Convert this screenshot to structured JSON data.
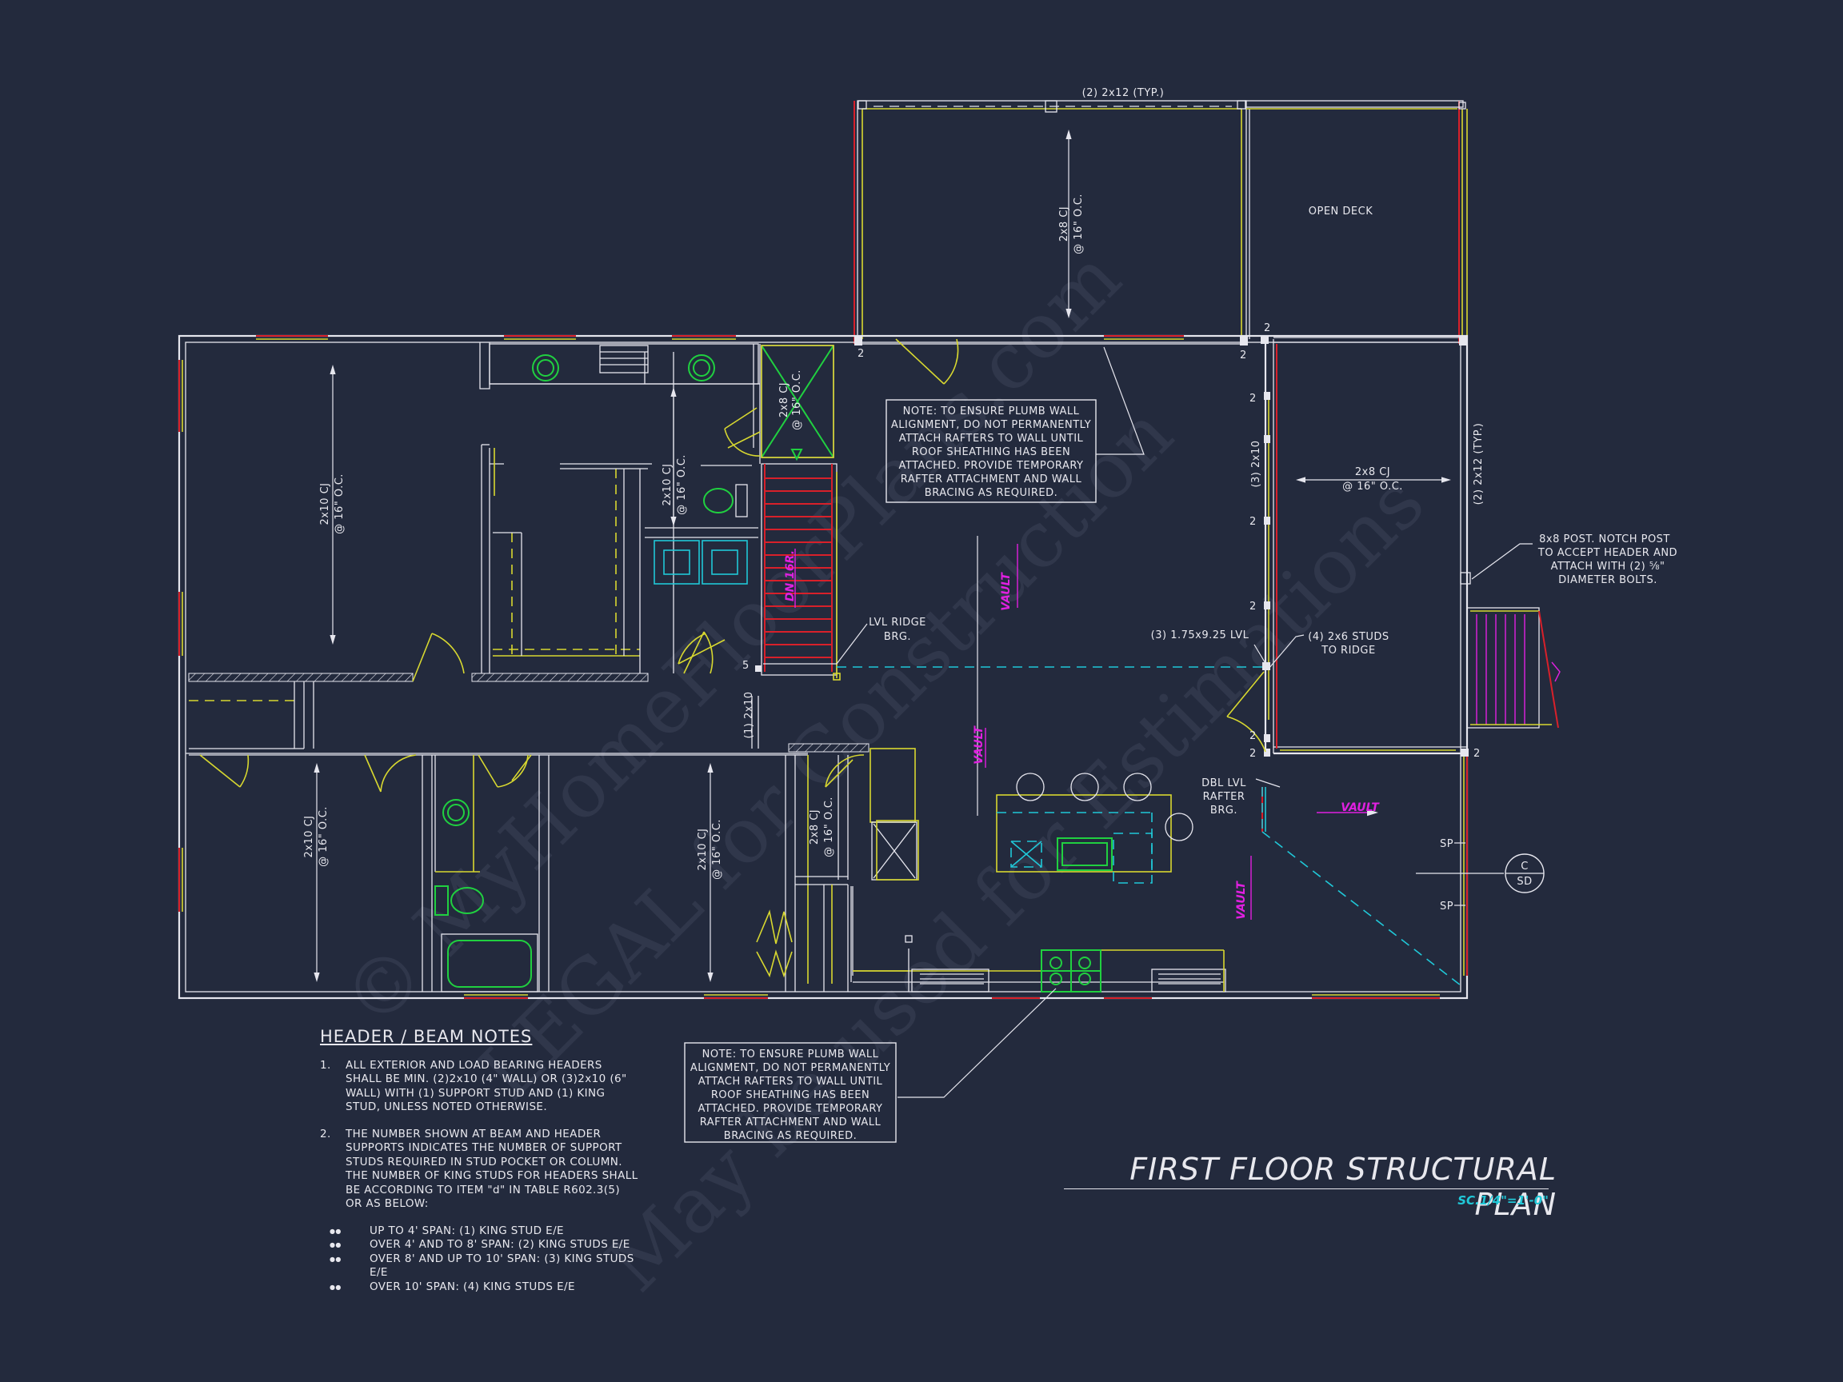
{
  "plan": {
    "title": "FIRST FLOOR STRUCTURAL PLAN",
    "scale": "SC.1/4\"=1'-0\"",
    "watermark_lines": [
      "© MyHomeFloorPlans.com",
      "LEGAL for Construction",
      "May be used for Estimations"
    ]
  },
  "labels": {
    "top_header": "(2) 2x12 (TYP.)",
    "side_header": "(2) 2x12 (TYP.)",
    "open_deck": "OPEN DECK",
    "deck_joist_1": "2x8 CJ",
    "deck_joist_2": "@ 16\" O.C.",
    "right_joist_1": "2x8 CJ",
    "right_joist_2": "@ 16\" O.C.",
    "bed_left_joist_1": "2x10 CJ",
    "bed_left_joist_2": "@ 16\" O.C.",
    "bed_lower_joist_1": "2x10 CJ",
    "bed_lower_joist_2": "@ 16\" O.C.",
    "bath_joist_1": "2x10 CJ",
    "bath_joist_2": "@ 16\" O.C.",
    "closet_joist_1": "2x8 CJ",
    "closet_joist_2": "@ 16\" O.C.",
    "center_joist_1": "2x10 CJ",
    "center_joist_2": "@ 16\" O.C.",
    "pantry_joist_1": "2x8 CJ",
    "pantry_joist_2": "@ 16\" O.C.",
    "stair_dn": "DN 16R.",
    "lvl_ridge_1": "LVL RIDGE",
    "lvl_ridge_2": "BRG.",
    "lvl_beam": "(3) 1.75x9.25 LVL",
    "studs_1": "(4) 2x6 STUDS",
    "studs_2": "TO RIDGE",
    "wall_2x10_right": "(3) 2x10",
    "wall_2x10_center": "(1) 2x10",
    "post_note_1": "8x8 POST. NOTCH POST",
    "post_note_2": "TO ACCEPT HEADER AND",
    "post_note_3": "ATTACH WITH (2) ⅝\"",
    "post_note_4": "DIAMETER BOLTS.",
    "dbl_lvl_1": "DBL LVL",
    "dbl_lvl_2": "RAFTER",
    "dbl_lvl_3": "BRG.",
    "vault": "VAULT",
    "sp": "SP",
    "section_top": "C",
    "section_bottom": "SD",
    "num_2": "2",
    "num_5": "5"
  },
  "note_top": {
    "lines": [
      "NOTE: TO ENSURE PLUMB WALL",
      "ALIGNMENT, DO NOT PERMANENTLY",
      "ATTACH RAFTERS TO WALL UNTIL",
      "ROOF SHEATHING HAS BEEN",
      "ATTACHED. PROVIDE TEMPORARY",
      "RAFTER ATTACHMENT AND WALL",
      "BRACING AS REQUIRED."
    ]
  },
  "note_bottom": {
    "lines": [
      "NOTE: TO ENSURE PLUMB WALL",
      "ALIGNMENT, DO NOT PERMANENTLY",
      "ATTACH RAFTERS TO WALL UNTIL",
      "ROOF SHEATHING HAS BEEN",
      "ATTACHED. PROVIDE TEMPORARY",
      "RAFTER ATTACHMENT AND WALL",
      "BRACING AS REQUIRED."
    ]
  },
  "header_notes": {
    "title": "HEADER / BEAM NOTES",
    "item1_num": "1.",
    "item1_text": "ALL EXTERIOR AND LOAD BEARING HEADERS SHALL BE MIN. (2)2x10 (4\" WALL) OR (3)2x10 (6\" WALL) WITH (1) SUPPORT STUD AND (1) KING STUD, UNLESS NOTED OTHERWISE.",
    "item2_num": "2.",
    "item2_text": "THE NUMBER SHOWN AT BEAM AND HEADER SUPPORTS INDICATES THE NUMBER OF SUPPORT STUDS REQUIRED IN STUD POCKET OR COLUMN. THE NUMBER OF KING STUDS FOR HEADERS SHALL BE ACCORDING TO ITEM \"d\" IN TABLE R602.3(5) OR AS BELOW:",
    "bullets": [
      "UP TO 4' SPAN: (1) KING STUD E/E",
      "OVER 4' AND TO 8' SPAN: (2) KING STUDS E/E",
      "OVER 8' AND UP TO 10' SPAN: (3) KING STUDS E/E",
      "OVER 10' SPAN: (4) KING STUDS E/E"
    ]
  },
  "colors": {
    "background": "#232a3d",
    "wall": "#e6e6ee",
    "header": "#d8d830",
    "opening": "#d8202a",
    "beam": "#20c8d8",
    "fixture": "#20d040",
    "vault": "#e020e0"
  }
}
